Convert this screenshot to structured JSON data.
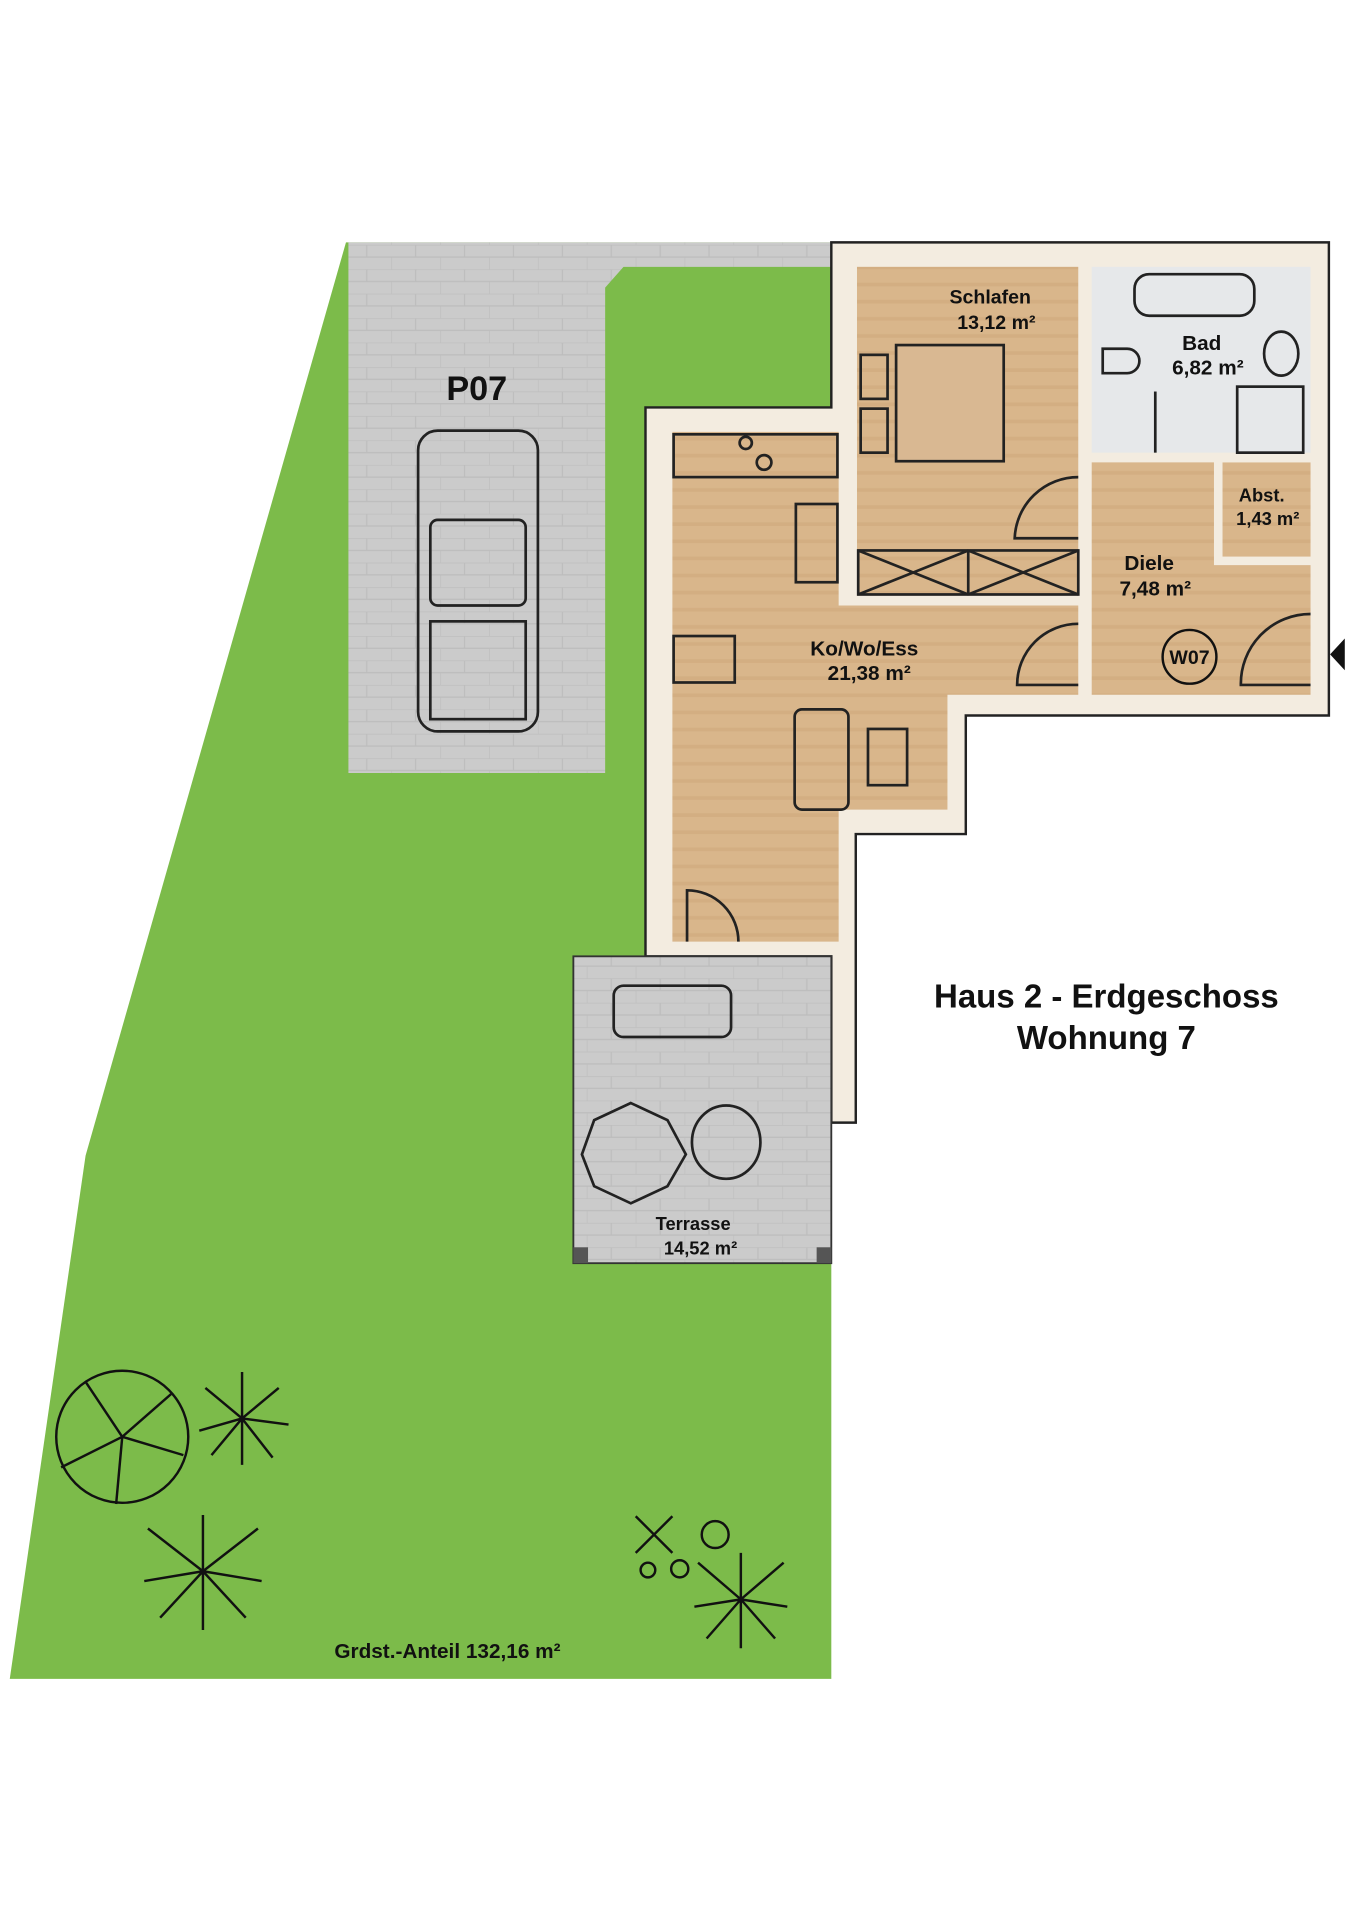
{
  "title": {
    "line1": "Haus 2 - Erdgeschoss",
    "line2": "Wohnung 7"
  },
  "parking": {
    "label": "P07"
  },
  "apartment_badge": "W07",
  "rooms": [
    {
      "name": "Schlafen",
      "area": "13,12 m²"
    },
    {
      "name": "Bad",
      "area": "6,82 m²"
    },
    {
      "name": "Abst.",
      "area": "1,43 m²"
    },
    {
      "name": "Diele",
      "area": "7,48 m²"
    },
    {
      "name": "Ko/Wo/Ess",
      "area": "21,38 m²"
    },
    {
      "name": "Terrasse",
      "area": "14,52 m²"
    }
  ],
  "plot_share": "Grdst.-Anteil 132,16 m²",
  "colors": {
    "grass": "#7cbb4a",
    "wood": "#d8b88e",
    "paving": "#c9c9c9",
    "marble": "#e6e8ea",
    "wall": "#f3ece0"
  }
}
